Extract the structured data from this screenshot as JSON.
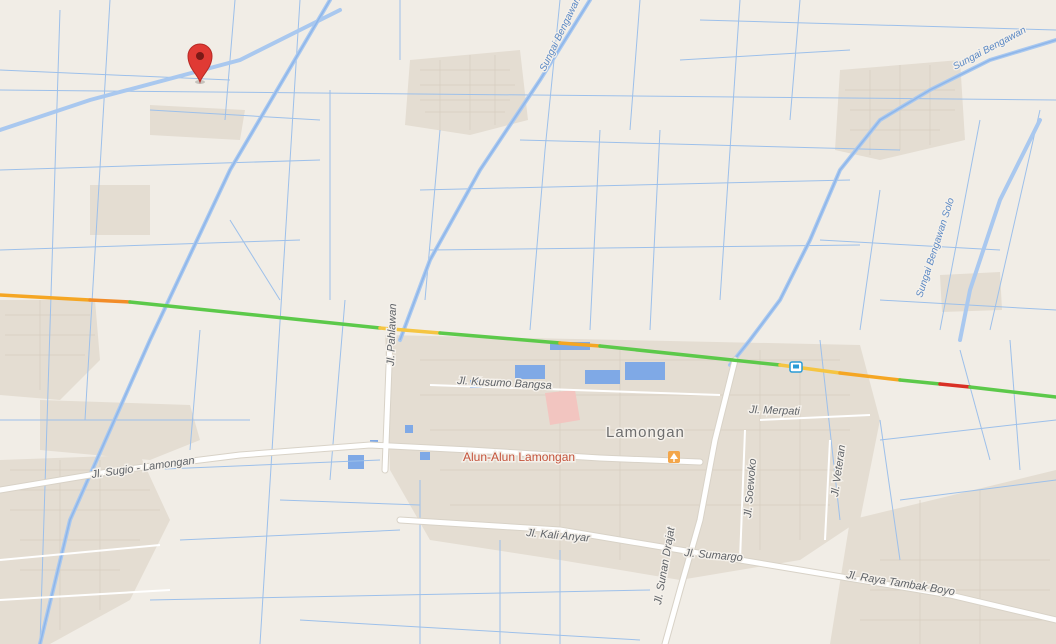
{
  "map": {
    "city_label": "Lamongan",
    "poi": {
      "label": "Alun-Alun Lamongan",
      "icon": "park-icon"
    },
    "marker": {
      "icon": "location-pin-icon",
      "color": "#e03a34"
    },
    "bus_stop": {
      "icon": "bus-stop-icon",
      "color": "#2a9bd6"
    },
    "roads": {
      "kusumo_bangsa": "Jl. Kusumo Bangsa",
      "sugio_lamongan": "Jl. Sugio - Lamongan",
      "kali_anyar": "Jl. Kali Anyar",
      "sumargo": "Jl. Sumargo",
      "raya_tambak_boyo": "Jl. Raya Tambak Boyo",
      "merpati": "Jl. Merpati",
      "veteran": "Jl. Veteran",
      "soewoko": "Jl. Soewoko",
      "sunan_drajat": "Jl. Sunan Drajat",
      "pahlawan": "Jl. Pahlawan"
    },
    "rivers": {
      "bengawan_1": "Sungai Bengawan",
      "bengawan_2": "Sungai Bengawan",
      "bengawan_solo": "Sungai Bengawan Solo"
    },
    "colors": {
      "land": "#f1ede6",
      "water": "#8ab4e8",
      "road": "#ffffff",
      "urban": "#e5ded3",
      "traffic_green": "#5cc94a",
      "traffic_orange": "#f5a623",
      "traffic_red": "#d93025"
    }
  }
}
